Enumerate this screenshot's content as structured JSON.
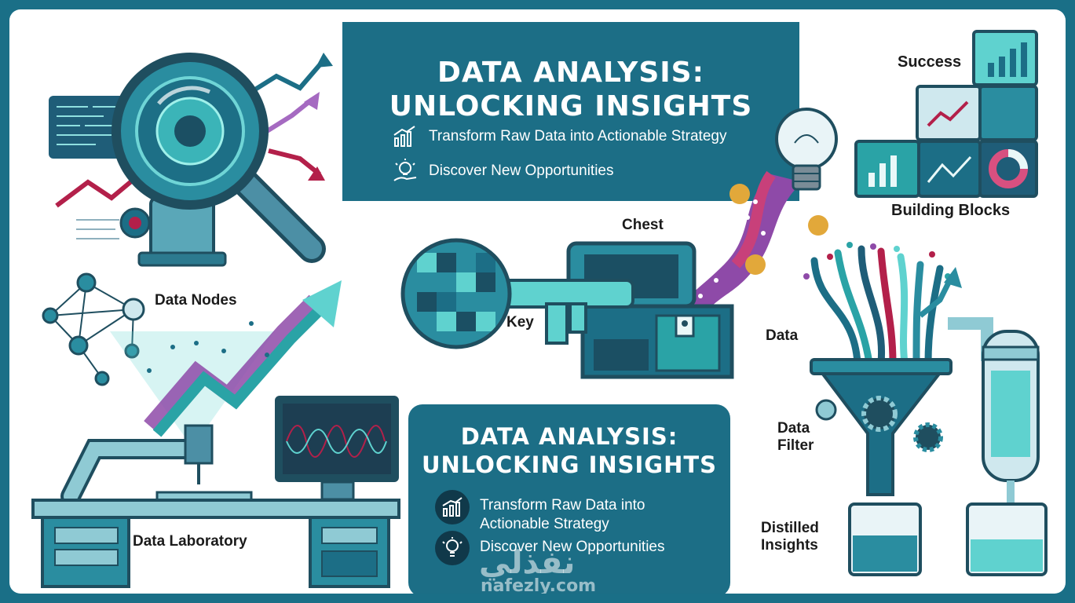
{
  "top_title": {
    "line1": "DATA ANALYSIS:",
    "line2": "UNLOCKING INSIGHTS",
    "bullet1": "Transform Raw Data into Actionable Strategy",
    "bullet2": "Discover New Opportunities"
  },
  "bottom_title": {
    "line1": "DATA ANALYSIS:",
    "line2": "UNLOCKING INSIGHTS",
    "bullet1_line1": "Transform Raw Data into",
    "bullet1_line2": "Actionable Strategy",
    "bullet2": "Discover New Opportunities"
  },
  "labels": {
    "success": "Success",
    "building_blocks": "Building Blocks",
    "chest": "Chest",
    "key": "Key",
    "data_nodes": "Data Nodes",
    "data_laboratory": "Data Laboratory",
    "data": "Data",
    "data_filter_1": "Data",
    "data_filter_2": "Filter",
    "distilled_1": "Distilled",
    "distilled_2": "Insights"
  },
  "watermark": {
    "arabic": "نفذلي",
    "domain": "nafezly.com"
  },
  "colors": {
    "teal_dark": "#1c6e86",
    "teal": "#2aa3a6",
    "teal_light": "#5fd2cf",
    "crimson": "#b3204a",
    "purple": "#8e4aa8",
    "gold": "#e2a83a"
  },
  "icons": [
    "magnifier-icon",
    "growth-chart-icon",
    "lightbulb-icon",
    "key-icon",
    "treasure-chest-icon",
    "puzzle-icon",
    "network-icon",
    "microscope-icon",
    "monitor-icon",
    "funnel-icon",
    "gear-icon",
    "beaker-icon",
    "distillation-column-icon"
  ]
}
